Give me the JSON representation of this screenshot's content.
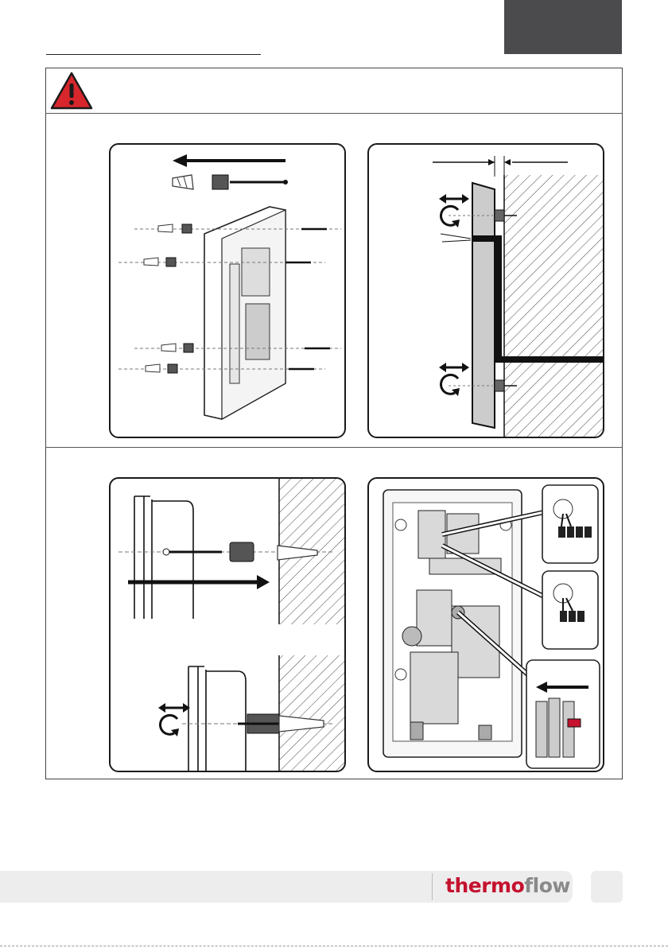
{
  "header": {
    "tab_color": "#4b4b4d"
  },
  "warning": {
    "icon": "warning-triangle-icon",
    "color": "#d7262c"
  },
  "figures": [
    {
      "name": "mounting-exploded-view",
      "icon": "arrow-left-icon"
    },
    {
      "name": "wall-clearance-side-view",
      "icon": "adjust-rotate-icon"
    },
    {
      "name": "wall-anchor-insert-view",
      "icon": "arrow-right-icon"
    },
    {
      "name": "terminal-wiring-view",
      "icon": "cable-connection-icon"
    }
  ],
  "footer": {
    "brand_part1": "thermo",
    "brand_part2": "flow",
    "brand_color_1": "#c4122f",
    "brand_color_2": "#8a8a8a"
  }
}
